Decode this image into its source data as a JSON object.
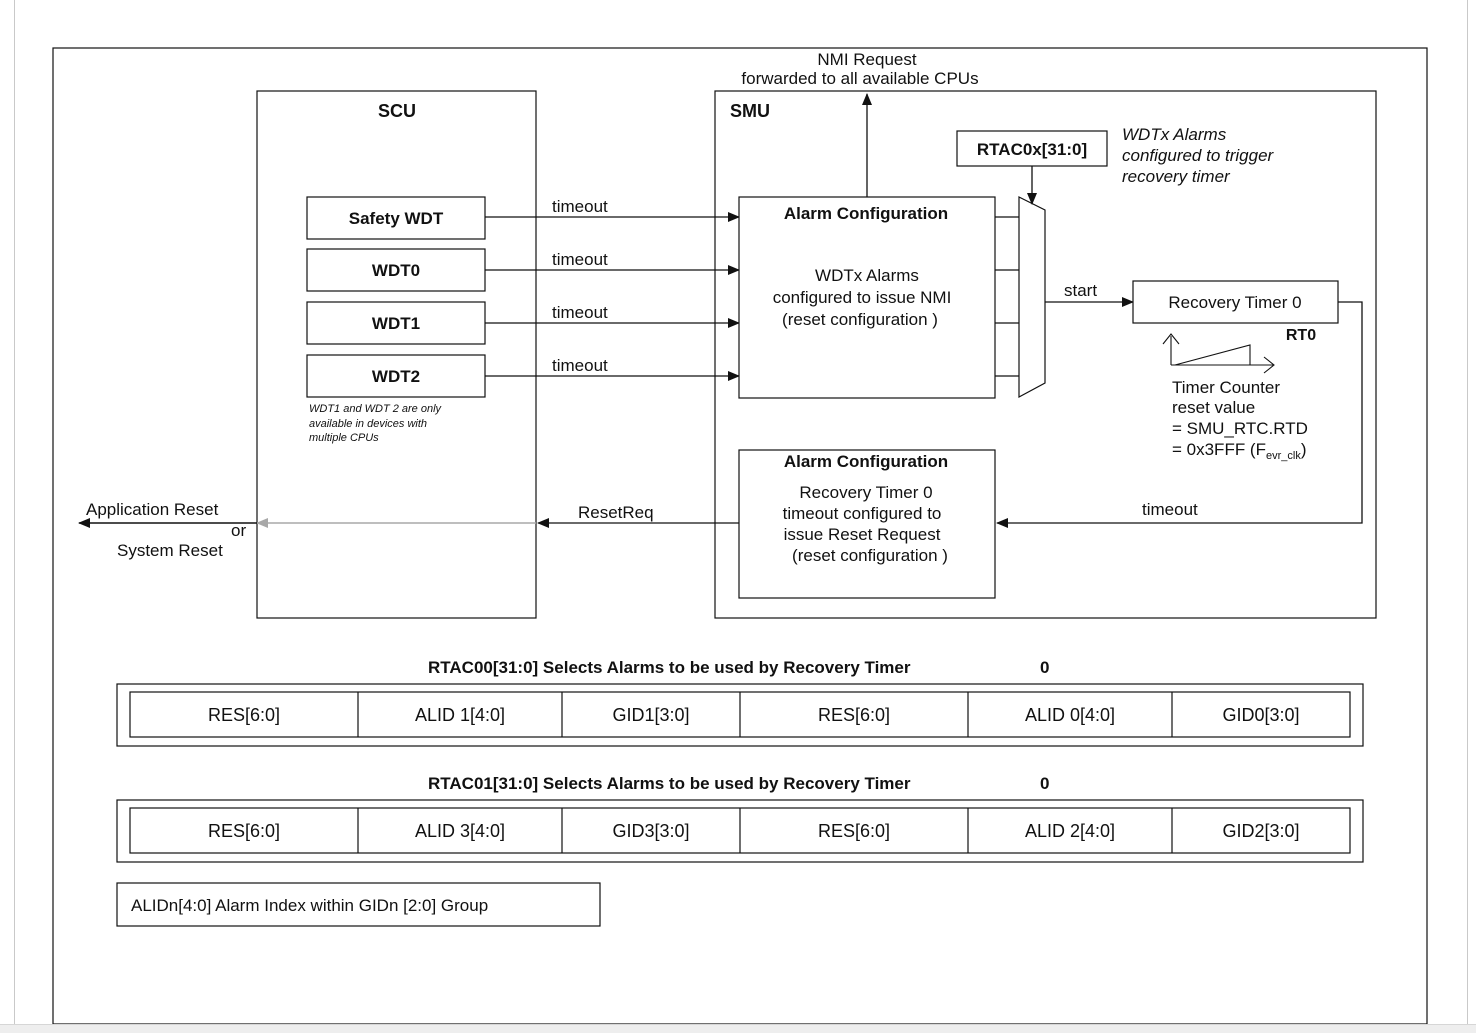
{
  "top": {
    "nmi_line1": "NMI Request",
    "nmi_line2": "forwarded to all available CPUs"
  },
  "scu": {
    "title": "SCU",
    "watchdogs": [
      "Safety WDT",
      "WDT0",
      "WDT1",
      "WDT2"
    ],
    "note": [
      "WDT1 and WDT 2 are only",
      "available in devices with",
      "multiple CPUs"
    ]
  },
  "smu": {
    "title": "SMU"
  },
  "signals": {
    "timeout": "timeout",
    "start": "start",
    "reset_req": "ResetReq",
    "rt_timeout": "timeout"
  },
  "rtac_box": "RTAC0x[31:0]",
  "rtac_note": [
    "WDTx Alarms",
    "configured to trigger",
    "recovery timer"
  ],
  "alarm_config_1": {
    "title": "Alarm Configuration",
    "lines": [
      "WDTx Alarms",
      "configured to issue NMI",
      "(reset configuration  )"
    ]
  },
  "alarm_config_2": {
    "title": "Alarm Configuration",
    "lines": [
      "Recovery Timer  0",
      "timeout configured to",
      "issue Reset Request",
      "(reset configuration  )"
    ]
  },
  "recovery_timer": {
    "label": "Recovery Timer  0",
    "tag": "RT0"
  },
  "timer_counter": {
    "line1": "Timer Counter",
    "line2": "reset value",
    "line3": "= SMU_RTC.RTD",
    "line4_prefix": "= 0x3FFF (F",
    "line4_sub": "evr_clk",
    "line4_suffix": ")"
  },
  "output": {
    "line1": "Application Reset",
    "line2": "or",
    "line3": "System Reset"
  },
  "rtac00": {
    "title": "RTAC00[31:0] Selects Alarms to be used by Recovery Timer",
    "title_num": "0",
    "cells": [
      "RES[6:0]",
      "ALID 1[4:0]",
      "GID1[3:0]",
      "RES[6:0]",
      "ALID 0[4:0]",
      "GID0[3:0]"
    ]
  },
  "rtac01": {
    "title": "RTAC01[31:0] Selects Alarms to be used by Recovery Timer",
    "title_num": "0",
    "cells": [
      "RES[6:0]",
      "ALID 3[4:0]",
      "GID3[3:0]",
      "RES[6:0]",
      "ALID 2[4:0]",
      "GID2[3:0]"
    ]
  },
  "legend": "ALIDn[4:0] Alarm Index within GIDn [2:0] Group",
  "colors": {
    "line": "#111111",
    "grey_arrow": "#a8a8a8"
  }
}
